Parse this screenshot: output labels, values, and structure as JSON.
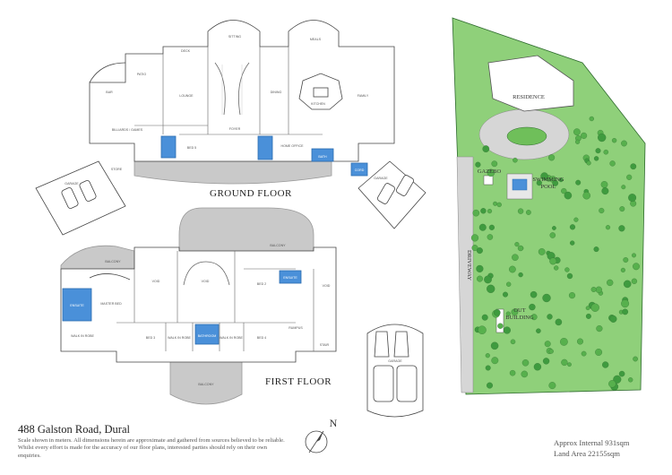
{
  "floors": {
    "ground_title": "GROUND FLOOR",
    "first_title": "FIRST FLOOR"
  },
  "ground_rooms": {
    "family": "FAMILY",
    "dining": "DINING",
    "lounge": "LOUNGE",
    "kitchen": "KITCHEN",
    "foyer": "FOYER",
    "billiards": "BILLIARDS / GAMES",
    "bed": "BED 5",
    "home_office": "HOME OFFICE",
    "bath": "BATH",
    "garage_left": "GARAGE",
    "garage_right": "GARAGE",
    "store": "STORE",
    "patio": "PATIO",
    "bar": "BAR",
    "deck": "DECK",
    "cord": "CORD",
    "sitting": "SITTING",
    "meals": "MEALS"
  },
  "first_rooms": {
    "master_bed": "MASTER BED",
    "ensuite": "ENSUITE",
    "walk_in_robe": "WALK IN ROBE",
    "void_left": "VOID",
    "void_centre": "VOID",
    "void_right": "VOID",
    "bed_2": "BED 2",
    "bed_3": "BED 3",
    "bed_4": "BED 4",
    "walk_in_robe_2": "WALK IN ROBE",
    "walk_in_robe_3": "WALK IN ROBE",
    "bathroom": "BATHROOM",
    "ensuite_2": "ENSUITE",
    "rumpus": "RUMPUS",
    "balcony_top": "BALCONY",
    "balcony_left": "BALCONY",
    "balcony_bottom": "BALCONY",
    "stair": "STAIR"
  },
  "garage_detached": "GARAGE",
  "site": {
    "residence": "RESIDENCE",
    "gazebo": "GAZEBO",
    "swimming_pool_1": "SWIMMING",
    "swimming_pool_2": "POOL",
    "driveway": "DRIVEWAY",
    "out_building_1": "OUT",
    "out_building_2": "BUILDING"
  },
  "compass": "N",
  "address": "488 Galston Road, Dural",
  "disclaimer": "Scale shown in meters. All dimensions herein are approximate and gathered from sources believed to be  reliable. Whilst every effort is made for the accuracy of our floor plans, interested parties should rely on their own enquiries.",
  "areas": {
    "internal": "Approx Internal 931sqm",
    "land": "Land Area 22155sqm"
  },
  "colors": {
    "wet_area": "#4a90d9",
    "outdoor": "#c9c9c9",
    "lawn": "#8fd07a",
    "tree": "#3f9b3f",
    "wall": "#333333"
  }
}
